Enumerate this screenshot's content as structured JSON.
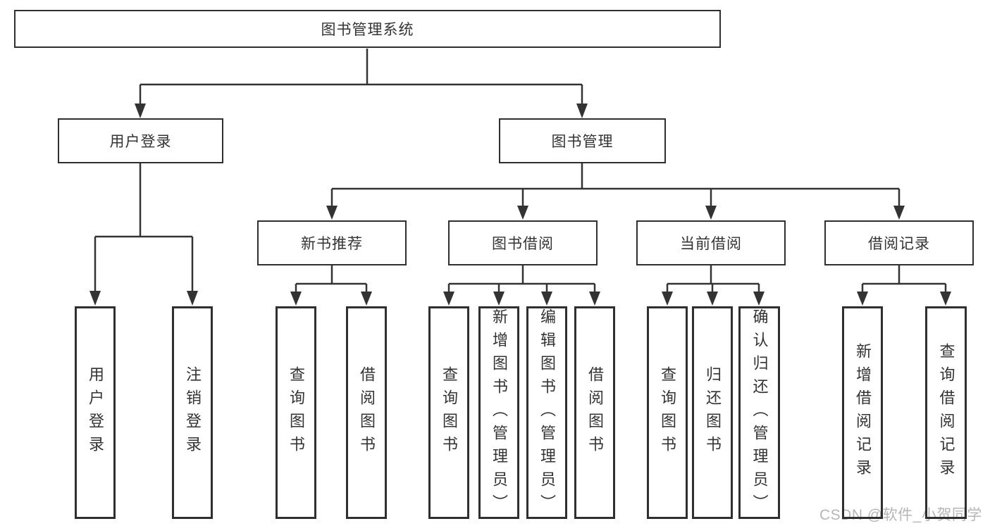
{
  "colors": {
    "line": "#333333",
    "box_border": "#2f2f2f",
    "text": "#333333",
    "background": "#ffffff",
    "watermark": "#b6b6b6"
  },
  "watermark": {
    "text": "CSDN @软件_小贺同学"
  },
  "tree": {
    "root": {
      "label": "图书管理系统"
    },
    "branches": [
      {
        "label": "用户登录",
        "leaves": [
          {
            "label": "用户登录"
          },
          {
            "label": "注销登录"
          }
        ]
      },
      {
        "label": "图书管理",
        "sections": [
          {
            "label": "新书推荐",
            "leaves": [
              {
                "label": "查询图书"
              },
              {
                "label": "借阅图书"
              }
            ]
          },
          {
            "label": "图书借阅",
            "leaves": [
              {
                "label": "查询图书"
              },
              {
                "label": "新增图书（管理员）"
              },
              {
                "label": "编辑图书（管理员）"
              },
              {
                "label": "借阅图书"
              }
            ]
          },
          {
            "label": "当前借阅",
            "leaves": [
              {
                "label": "查询图书"
              },
              {
                "label": "归还图书"
              },
              {
                "label": "确认归还（管理员）"
              }
            ]
          },
          {
            "label": "借阅记录",
            "leaves": [
              {
                "label": "新增借阅记录"
              },
              {
                "label": "查询借阅记录"
              }
            ]
          }
        ]
      }
    ]
  }
}
